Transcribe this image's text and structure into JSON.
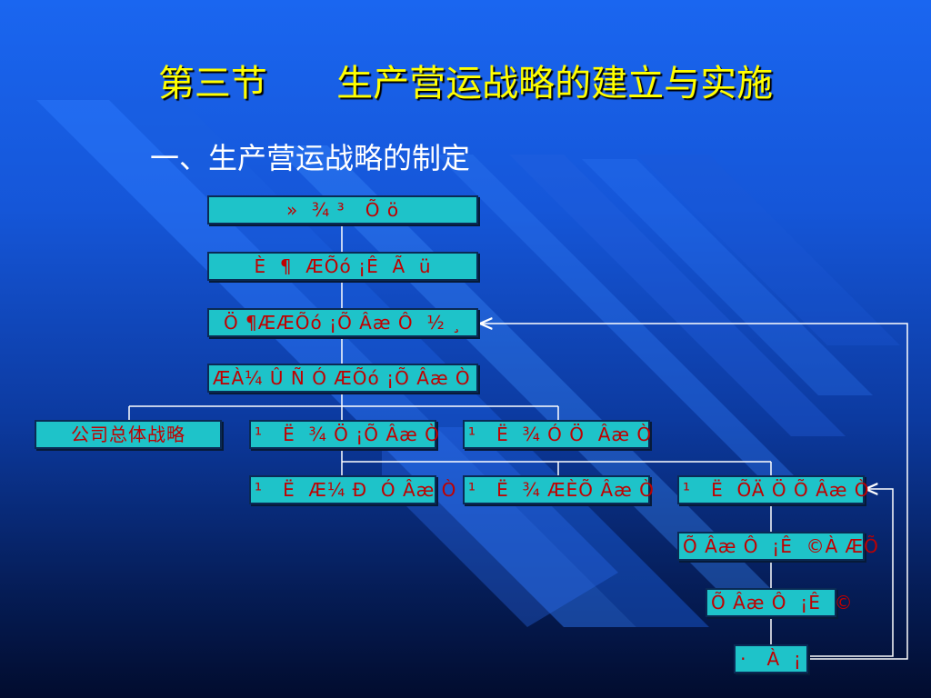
{
  "slide": {
    "title": "第三节      生产营运战略的建立与实施",
    "subtitle": "一、生产营运战略的制定"
  },
  "chart": {
    "boxes": [
      {
        "id": "b1",
        "text": "»  ¾ ³   Õ ö"
      },
      {
        "id": "b2",
        "text": "È  ¶  ÆÕó ¡Ê  Ã  ü"
      },
      {
        "id": "b3",
        "text": "Ö ¶ÆÆÕó ¡Õ Âæ Ô  ½ ¸"
      },
      {
        "id": "b4",
        "text": "ÆÀ¼ Û Ñ Ó ÆÕó ¡Õ Âæ Ò"
      },
      {
        "id": "b5",
        "text": "公司总体战略"
      },
      {
        "id": "b6",
        "text": "¹   Ë  ¾ Ö ¡Õ Âæ Ò"
      },
      {
        "id": "b7",
        "text": "¹   Ë  ¾ Ó Ö  Âæ Ò"
      },
      {
        "id": "b8",
        "text": "¹   Ë  Æ¼ Ð  Ó Âæ Ò"
      },
      {
        "id": "b9",
        "text": "¹   Ë  ¾ ÆÈÕ Âæ Ò"
      },
      {
        "id": "b10",
        "text": "¹   Ë  ÕÄ Ö Õ Âæ Ò"
      },
      {
        "id": "b11",
        "text": "Õ Âæ Ô  ¡Ê  ©À ÆÕ"
      },
      {
        "id": "b12",
        "text": "Õ Âæ Ô  ¡Ê  ©"
      },
      {
        "id": "b13",
        "text": "·   À  ¡"
      }
    ]
  }
}
